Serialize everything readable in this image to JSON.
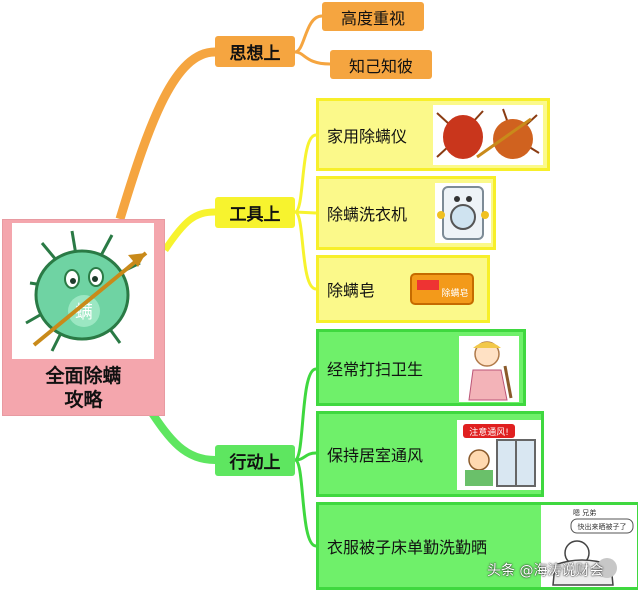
{
  "root": {
    "label": "全面除螨\n攻略",
    "mascot_glyph": "螨"
  },
  "branches": {
    "think": {
      "label": "思想上",
      "color": "#f5a540",
      "items": [
        "高度重视",
        "知己知彼"
      ]
    },
    "tool": {
      "label": "工具上",
      "color": "#f7f32e",
      "items": [
        "家用除螨仪",
        "除螨洗衣机",
        "除螨皂"
      ]
    },
    "act": {
      "label": "行动上",
      "color": "#5ee660",
      "items": [
        "经常打扫卫生",
        "保持居室通风",
        "衣服被子床单勤洗勤晒"
      ]
    }
  },
  "thumb_text": {
    "soap": "除螨皂",
    "banner": "注意通风!",
    "dialog_top": "嗯    兄弟",
    "dialog_bubble": "快出来晒被子了"
  },
  "watermark": "头条 @海涛说财会"
}
